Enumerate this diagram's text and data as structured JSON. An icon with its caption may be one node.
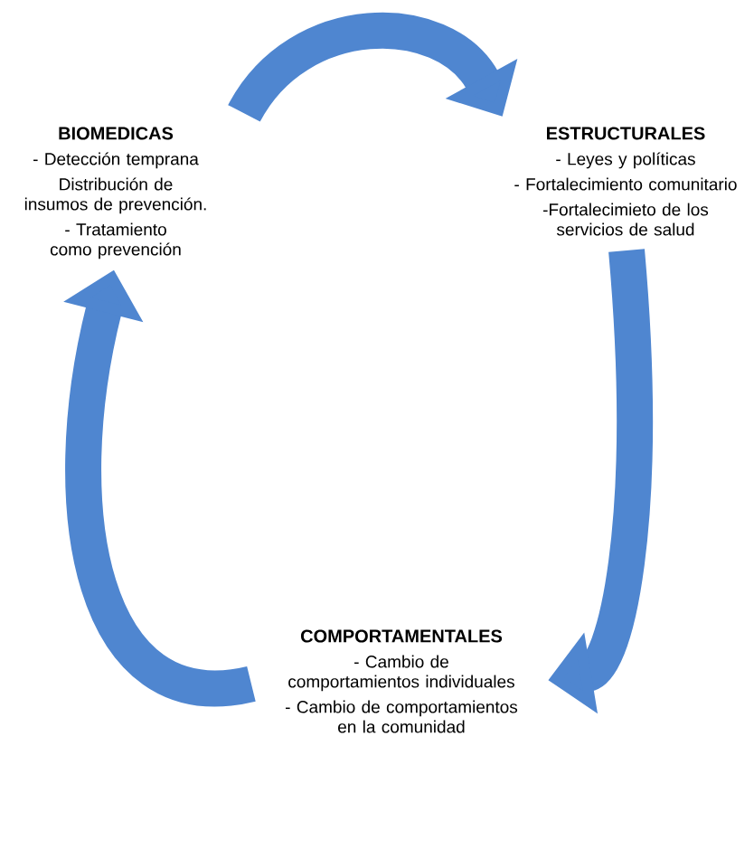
{
  "diagram": {
    "nodes": [
      {
        "text": [
          "BIOMEDICAS",
          "- Detección temprana",
          "Distribución de insumos de prevención.",
          "- Tratamiento como prevención"
        ]
      },
      {
        "text": [
          "ESTRUCTURALES",
          "- Leyes y políticas",
          "- Fortalecimiento comunitario",
          "-Fortalecimieto de los servicios de salud"
        ]
      },
      {
        "text": [
          "COMPORTAMENTALES",
          "- Cambio de comportamientos individuales",
          "- Cambio de comportamientos en la comunidad"
        ]
      }
    ],
    "edges": [
      {
        "from": 0,
        "to": 1,
        "arrow": "to"
      },
      {
        "from": 1,
        "to": 2,
        "arrow": "to"
      },
      {
        "from": 2,
        "to": 0,
        "arrow": "to"
      }
    ]
  }
}
